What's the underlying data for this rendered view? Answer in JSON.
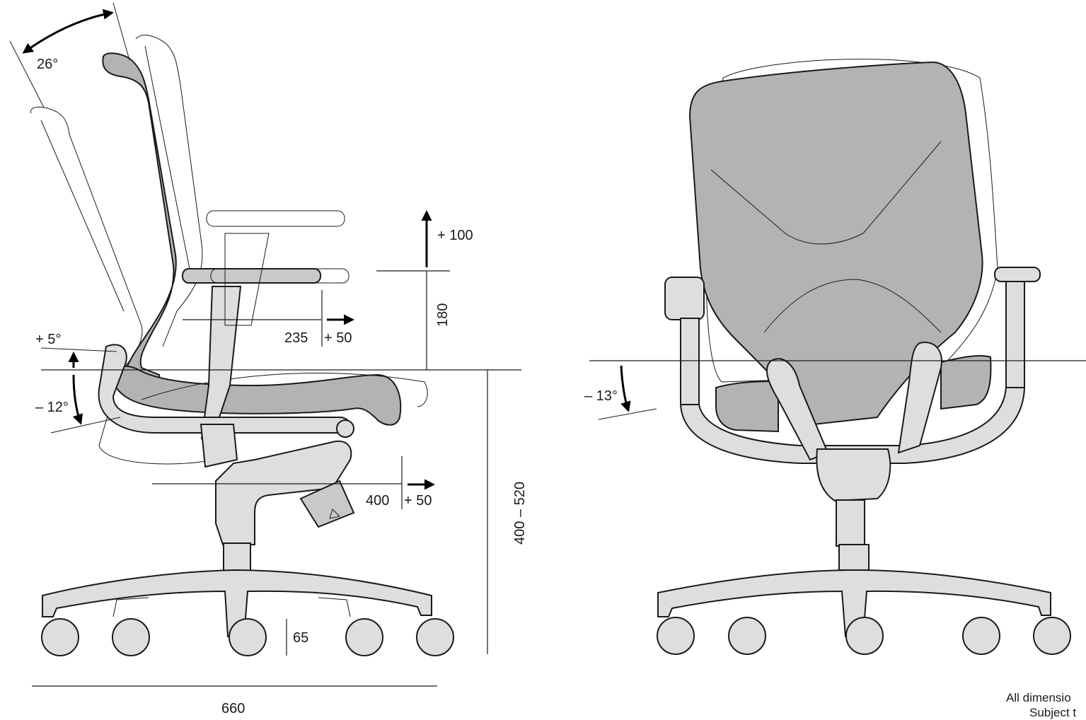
{
  "labels": {
    "backrest_tilt": "26°",
    "seat_tilt_forward": "+ 5°",
    "seat_tilt_back": "– 12°",
    "armrest_height_adjust": "+ 100",
    "armrest_height": "180",
    "armrest_depth": "235",
    "armrest_depth_adjust": "+ 50",
    "seat_depth": "400",
    "seat_depth_adjust": "+ 50",
    "seat_height": "400 – 520",
    "castor_height": "65",
    "base_width": "660",
    "front_seat_tilt": "– 13°"
  },
  "footnote": {
    "line1": "All dimensio",
    "line2": "Subject t"
  },
  "colors": {
    "mesh": "#b3b3b3",
    "frame": "#dedede",
    "seat": "#c9c9c9",
    "line": "#1a1a1a"
  }
}
